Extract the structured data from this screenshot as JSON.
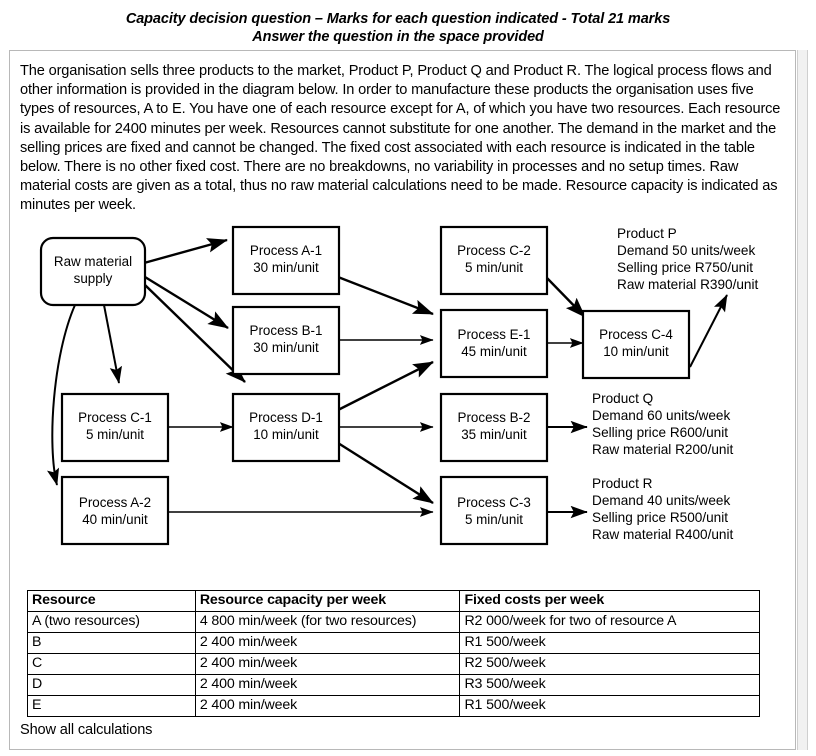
{
  "header": {
    "line1": "Capacity decision question – Marks for each question indicated - Total 21 marks",
    "line2": "Answer the question in the space provided"
  },
  "intro": {
    "paragraph": "The organisation sells three products to the market, Product P, Product Q and Product R. The logical process flows and other information is provided in the diagram below. In order to manufacture these products the organisation uses five types of resources, A to E. You have one of each resource except for A, of which you have two resources. Each resource is available for 2400 minutes per week. Resources cannot substitute for one another. The demand in the market and the selling prices are fixed and cannot be changed. The fixed cost associated with each resource is indicated in the table below. There is no other fixed cost. There are no breakdowns, no variability in processes and no setup times. Raw material costs are given as a total, thus no raw material calculations need to be made. Resource capacity is indicated as minutes per week."
  },
  "diagram": {
    "source": {
      "line1": "Raw material",
      "line2": "supply"
    },
    "processes": {
      "a1": {
        "name": "Process A-1",
        "time": "30 min/unit"
      },
      "b1": {
        "name": "Process B-1",
        "time": "30 min/unit"
      },
      "c1": {
        "name": "Process C-1",
        "time": "5 min/unit"
      },
      "a2": {
        "name": "Process A-2",
        "time": "40 min/unit"
      },
      "d1": {
        "name": "Process D-1",
        "time": "10 min/unit"
      },
      "c2": {
        "name": "Process C-2",
        "time": "5 min/unit"
      },
      "e1": {
        "name": "Process E-1",
        "time": "45 min/unit"
      },
      "b2": {
        "name": "Process B-2",
        "time": "35 min/unit"
      },
      "c3": {
        "name": "Process C-3",
        "time": "5 min/unit"
      },
      "c4": {
        "name": "Process C-4",
        "time": "10 min/unit"
      }
    },
    "products": {
      "p": {
        "name": "Product P",
        "demand": "Demand 50 units/week",
        "price": "Selling price R750/unit",
        "material": "Raw material R390/unit"
      },
      "q": {
        "name": "Product Q",
        "demand": "Demand 60 units/week",
        "price": "Selling price R600/unit",
        "material": "Raw material R200/unit"
      },
      "r": {
        "name": "Product R",
        "demand": "Demand 40 units/week",
        "price": "Selling price R500/unit",
        "material": "Raw material R400/unit"
      }
    }
  },
  "table": {
    "headers": [
      "Resource",
      "Resource capacity per week",
      "Fixed costs per week"
    ],
    "rows": [
      [
        "A (two resources)",
        "4 800 min/week (for two resources)",
        "R2 000/week for two of resource A"
      ],
      [
        "B",
        "2 400 min/week",
        "R1 500/week"
      ],
      [
        "C",
        "2 400 min/week",
        "R2 500/week"
      ],
      [
        "D",
        "2 400 min/week",
        "R3 500/week"
      ],
      [
        "E",
        "2 400 min/week",
        "R1 500/week"
      ]
    ]
  },
  "footer": {
    "note": "Show all calculations"
  }
}
